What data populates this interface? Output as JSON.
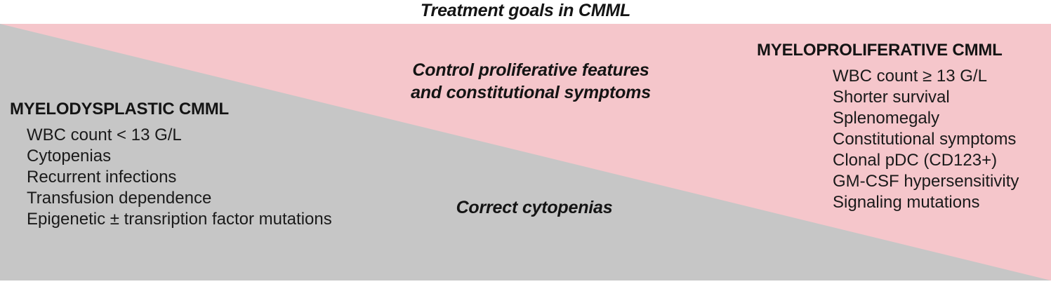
{
  "title": "Treatment goals in CMML",
  "colors": {
    "myelodysplastic_bg": "#C6C6C6",
    "myeloproliferative_bg": "#F5C6CB",
    "text": "#1a1a1a",
    "page_bg": "#ffffff"
  },
  "panels": {
    "myelodysplastic": {
      "heading": "MYELODYSPLASTIC CMML",
      "items": [
        "WBC count < 13 G/L",
        "Cytopenias",
        "Recurrent infections",
        "Transfusion dependence",
        "Epigenetic ± transription factor mutations"
      ]
    },
    "myeloproliferative": {
      "heading": "MYELOPROLIFERATIVE CMML",
      "items": [
        "WBC count ≥ 13 G/L",
        "Shorter survival",
        "Splenomegaly",
        "Constitutional symptoms",
        "Clonal pDC (CD123+)",
        "GM-CSF hypersensitivity",
        "Signaling mutations"
      ]
    }
  },
  "goals": {
    "proliferative_line1": "Control proliferative features",
    "proliferative_line2": "and constitutional symptoms",
    "cytopenias": "Correct cytopenias"
  }
}
